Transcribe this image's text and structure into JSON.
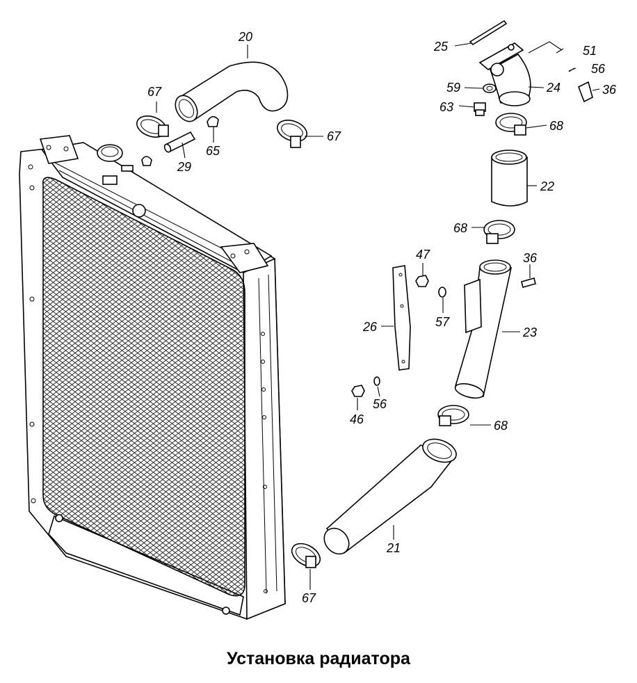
{
  "caption": "Установка радиатора",
  "part_labels": [
    {
      "id": "p20",
      "text": "20"
    },
    {
      "id": "p67a",
      "text": "67"
    },
    {
      "id": "p65",
      "text": "65"
    },
    {
      "id": "p29",
      "text": "29"
    },
    {
      "id": "p67b",
      "text": "67"
    },
    {
      "id": "p25",
      "text": "25"
    },
    {
      "id": "p51",
      "text": "51"
    },
    {
      "id": "p56a",
      "text": "56"
    },
    {
      "id": "p59",
      "text": "59"
    },
    {
      "id": "p24",
      "text": "24"
    },
    {
      "id": "p36a",
      "text": "36"
    },
    {
      "id": "p63",
      "text": "63"
    },
    {
      "id": "p68a",
      "text": "68"
    },
    {
      "id": "p22",
      "text": "22"
    },
    {
      "id": "p68b",
      "text": "68"
    },
    {
      "id": "p47",
      "text": "47"
    },
    {
      "id": "p36b",
      "text": "36"
    },
    {
      "id": "p26",
      "text": "26"
    },
    {
      "id": "p57",
      "text": "57"
    },
    {
      "id": "p23",
      "text": "23"
    },
    {
      "id": "p46",
      "text": "46"
    },
    {
      "id": "p56b",
      "text": "56"
    },
    {
      "id": "p68c",
      "text": "68"
    },
    {
      "id": "p21",
      "text": "21"
    },
    {
      "id": "p67c",
      "text": "67"
    }
  ]
}
